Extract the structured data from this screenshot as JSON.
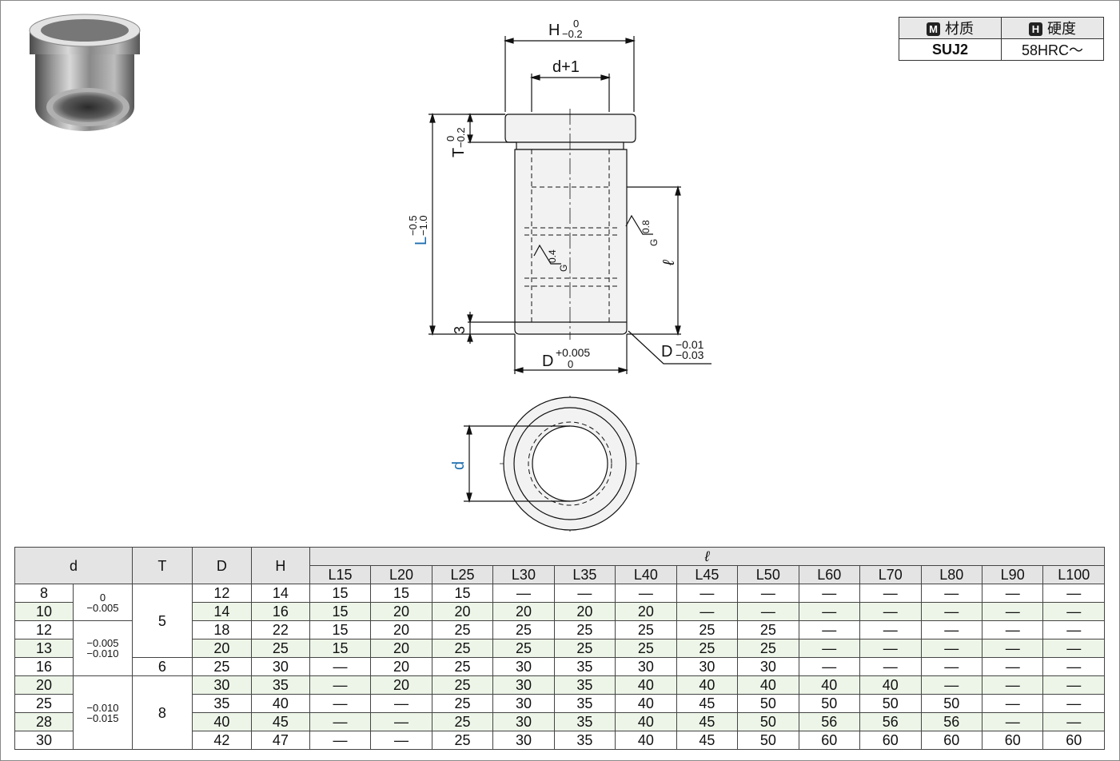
{
  "material_table": {
    "material_badge": "M",
    "material_header": "材质",
    "hardness_badge": "H",
    "hardness_header": "硬度",
    "material_value": "SUJ2",
    "hardness_value": "58HRC～"
  },
  "drawing": {
    "dim_H": "H",
    "dim_H_tol_upper": "0",
    "dim_H_tol_lower": "−0.2",
    "dim_d_plus_1": "d+1",
    "dim_T": "T",
    "dim_T_tol_upper": "0",
    "dim_T_tol_lower": "−0.2",
    "dim_L": "L",
    "dim_L_tol_upper": "−0.5",
    "dim_L_tol_lower": "−1.0",
    "dim_ell": "ℓ",
    "dim_3": "3",
    "dim_D_inner": "D",
    "dim_D_inner_tol_upper": "+0.005",
    "dim_D_inner_tol_lower": "0",
    "dim_D_outer": "D",
    "dim_D_outer_tol_upper": "−0.01",
    "dim_D_outer_tol_lower": "−0.03",
    "rough_outer": "0.8",
    "rough_outer_g": "G",
    "rough_inner": "0.4",
    "rough_inner_g": "G",
    "dim_d": "d"
  },
  "spec_table": {
    "headers": {
      "d": "d",
      "T": "T",
      "D": "D",
      "H": "H",
      "ell": "ℓ"
    },
    "l_columns": [
      "L15",
      "L20",
      "L25",
      "L30",
      "L35",
      "L40",
      "L45",
      "L50",
      "L60",
      "L70",
      "L80",
      "L90",
      "L100"
    ],
    "tolerances": [
      {
        "upper": "0",
        "lower": "−0.005"
      },
      {
        "upper": "−0.005",
        "lower": "−0.010"
      },
      {
        "upper": "−0.010",
        "lower": "−0.015"
      }
    ],
    "t_values": [
      "5",
      "6",
      "8"
    ],
    "rows": [
      {
        "d": "8",
        "D": "12",
        "H": "14",
        "L": [
          "15",
          "15",
          "15",
          "—",
          "—",
          "—",
          "—",
          "—",
          "—",
          "—",
          "—",
          "—",
          "—"
        ]
      },
      {
        "d": "10",
        "D": "14",
        "H": "16",
        "L": [
          "15",
          "20",
          "20",
          "20",
          "20",
          "20",
          "—",
          "—",
          "—",
          "—",
          "—",
          "—",
          "—"
        ]
      },
      {
        "d": "12",
        "D": "18",
        "H": "22",
        "L": [
          "15",
          "20",
          "25",
          "25",
          "25",
          "25",
          "25",
          "25",
          "—",
          "—",
          "—",
          "—",
          "—"
        ]
      },
      {
        "d": "13",
        "D": "20",
        "H": "25",
        "L": [
          "15",
          "20",
          "25",
          "25",
          "25",
          "25",
          "25",
          "25",
          "—",
          "—",
          "—",
          "—",
          "—"
        ]
      },
      {
        "d": "16",
        "D": "25",
        "H": "30",
        "L": [
          "—",
          "20",
          "25",
          "30",
          "35",
          "30",
          "30",
          "30",
          "—",
          "—",
          "—",
          "—",
          "—"
        ]
      },
      {
        "d": "20",
        "D": "30",
        "H": "35",
        "L": [
          "—",
          "20",
          "25",
          "30",
          "35",
          "40",
          "40",
          "40",
          "40",
          "40",
          "—",
          "—",
          "—"
        ]
      },
      {
        "d": "25",
        "D": "35",
        "H": "40",
        "L": [
          "—",
          "—",
          "25",
          "30",
          "35",
          "40",
          "45",
          "50",
          "50",
          "50",
          "50",
          "—",
          "—"
        ]
      },
      {
        "d": "28",
        "D": "40",
        "H": "45",
        "L": [
          "—",
          "—",
          "25",
          "30",
          "35",
          "40",
          "45",
          "50",
          "56",
          "56",
          "56",
          "—",
          "—"
        ]
      },
      {
        "d": "30",
        "D": "42",
        "H": "47",
        "L": [
          "—",
          "—",
          "25",
          "30",
          "35",
          "40",
          "45",
          "50",
          "60",
          "60",
          "60",
          "60",
          "60"
        ]
      }
    ]
  }
}
